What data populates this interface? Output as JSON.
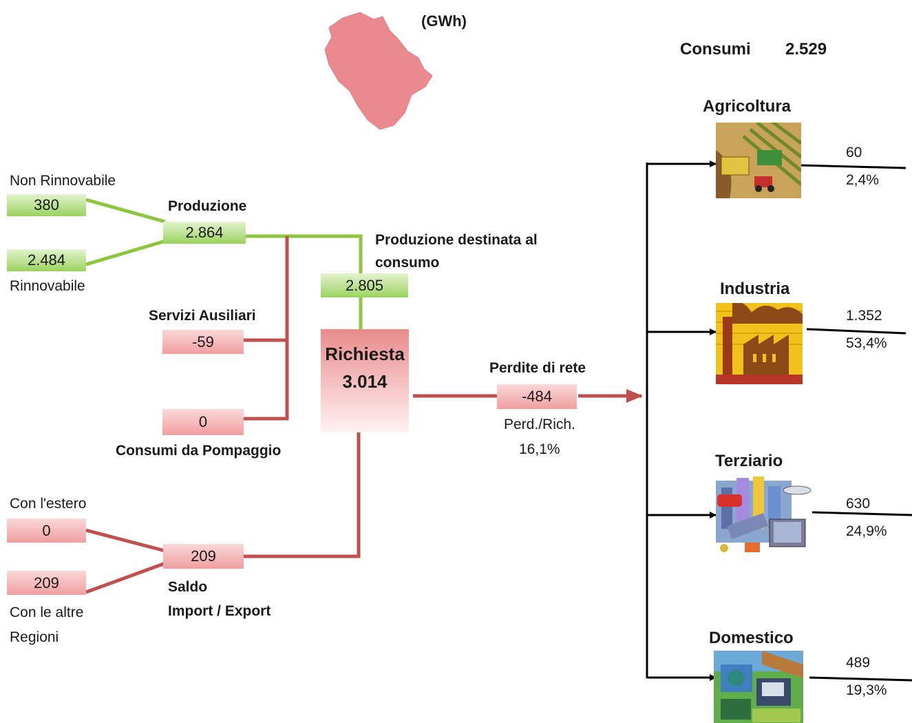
{
  "header": {
    "unit": "(GWh)",
    "consumi_label": "Consumi",
    "consumi_value": "2.529"
  },
  "produzione": {
    "non_rinnovabile_label": "Non Rinnovabile",
    "non_rinnovabile_value": "380",
    "rinnovabile_value": "2.484",
    "rinnovabile_label": "Rinnovabile",
    "label": "Produzione",
    "value": "2.864"
  },
  "servizi_ausiliari": {
    "label": "Servizi Ausiliari",
    "value": "-59"
  },
  "pompaggio": {
    "value": "0",
    "label": "Consumi da Pompaggio"
  },
  "destinata": {
    "label_line1": "Produzione destinata al",
    "label_line2": "consumo",
    "value": "2.805"
  },
  "richiesta": {
    "label": "Richiesta",
    "value": "3.014"
  },
  "perdite": {
    "label": "Perdite di rete",
    "value": "-484",
    "ratio_label": "Perd./Rich.",
    "ratio_value": "16,1%"
  },
  "saldo": {
    "estero_label": "Con l'estero",
    "estero_value": "0",
    "regioni_value": "209",
    "regioni_label_line1": "Con le altre",
    "regioni_label_line2": "Regioni",
    "value": "209",
    "label_line1": "Saldo",
    "label_line2": "Import / Export"
  },
  "sectors": [
    {
      "name": "Agricoltura",
      "value": "60",
      "share": "2,4%",
      "icon": "agriculture-icon"
    },
    {
      "name": "Industria",
      "value": "1.352",
      "share": "53,4%",
      "icon": "factory-icon"
    },
    {
      "name": "Terziario",
      "value": "630",
      "share": "24,9%",
      "icon": "services-icon"
    },
    {
      "name": "Domestico",
      "value": "489",
      "share": "19,3%",
      "icon": "household-icon"
    }
  ],
  "colors": {
    "green": "#8cc63f",
    "red": "#c0504d",
    "black": "#000000",
    "region": "#ea8a8e"
  }
}
